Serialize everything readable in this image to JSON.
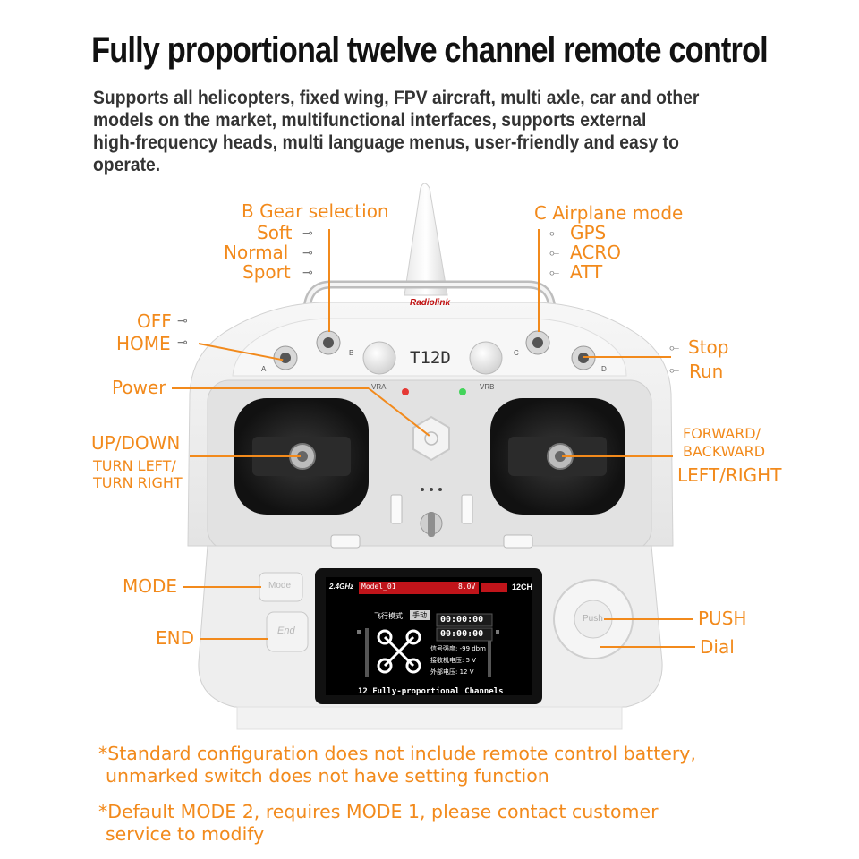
{
  "title": "Fully proportional twelve channel remote control",
  "description": [
    "Supports all helicopters, fixed wing, FPV aircraft, multi axle, car and other",
    " models on the market, multifunctional interfaces, supports external",
    "high-frequency heads, multi language menus, user-friendly and easy to",
    "operate."
  ],
  "labels": {
    "b_gear": "B Gear selection",
    "soft": "Soft",
    "normal": "Normal",
    "sport": "Sport",
    "c_airplane": "C Airplane mode",
    "gps": "GPS",
    "acro": "ACRO",
    "att": "ATT",
    "off": "OFF",
    "home": "HOME",
    "stop": "Stop",
    "run": "Run",
    "power": "Power",
    "up_down": "UP/DOWN",
    "turn_lr_1": "TURN LEFT/",
    "turn_lr_2": "TURN RIGHT",
    "fwd_1": "FORWARD/",
    "fwd_2": "BACKWARD",
    "left_right": "LEFT/RIGHT",
    "mode": "MODE",
    "end": "END",
    "push": "PUSH",
    "dial": "Dial"
  },
  "device": {
    "brand": "Radiolink",
    "model": "T12D",
    "vra": "VRA",
    "vrb": "VRB",
    "sw_a": "A",
    "sw_b": "B",
    "sw_c": "C",
    "sw_d": "D",
    "mode_btn": "Mode",
    "end_btn": "End",
    "push_btn": "Push"
  },
  "screen": {
    "band": "2.4GHz",
    "model_name": "Model_01",
    "voltage": "8.0V",
    "channels": "12CH",
    "flight_mode_label": "飞行模式",
    "flight_mode_value": "手动",
    "timer1": "00:00:00",
    "timer2": "00:00:00",
    "signal": "信号强度: -99 dbm",
    "rx_voltage": "接收机电压:  5 V",
    "ext_voltage": "外部电压:  12 V",
    "footer": "12 Fully-proportional Channels"
  },
  "notes": [
    [
      "*Standard configuration does not include remote control battery,",
      "unmarked switch does not have setting function"
    ],
    [
      "*Default MODE 2, requires MODE 1, please contact customer",
      "service to modify"
    ]
  ],
  "colors": {
    "accent": "#f28a1c",
    "body": "#f1f1f1",
    "led_red": "#e53935",
    "led_green": "#43d45a"
  }
}
